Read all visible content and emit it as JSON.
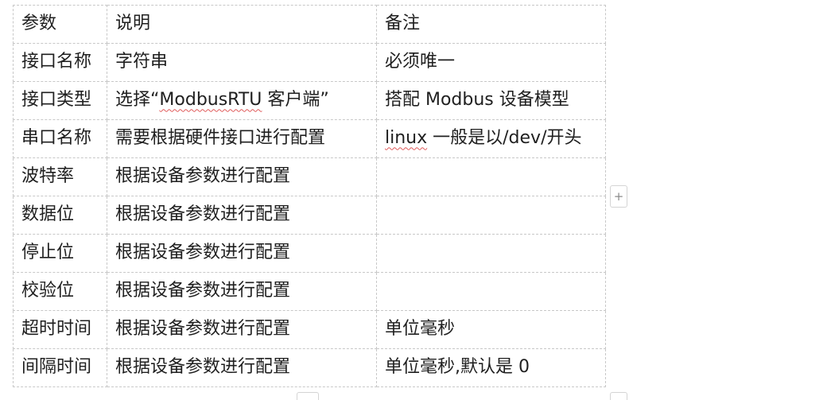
{
  "table": {
    "header": [
      "参数",
      "说明",
      "备注"
    ],
    "rows": [
      [
        "接口名称",
        "字符串",
        "必须唯一"
      ],
      [
        "接口类型",
        "选择“ModbusRTU 客户端”",
        "搭配 Modbus 设备模型"
      ],
      [
        "串口名称",
        "需要根据硬件接口进行配置",
        "linux 一般是以/dev/开头"
      ],
      [
        "波特率",
        "根据设备参数进行配置",
        ""
      ],
      [
        "数据位",
        "根据设备参数进行配置",
        ""
      ],
      [
        "停止位",
        "根据设备参数进行配置",
        ""
      ],
      [
        "校验位",
        "根据设备参数进行配置",
        ""
      ],
      [
        "超时时间",
        "根据设备参数进行配置",
        "单位毫秒"
      ],
      [
        "间隔时间",
        "根据设备参数进行配置",
        "单位毫秒,默认是 0"
      ]
    ],
    "spellcheck_flagged": [
      "ModbusRTU",
      "linux"
    ]
  },
  "controls": {
    "add_row_label": "+"
  }
}
